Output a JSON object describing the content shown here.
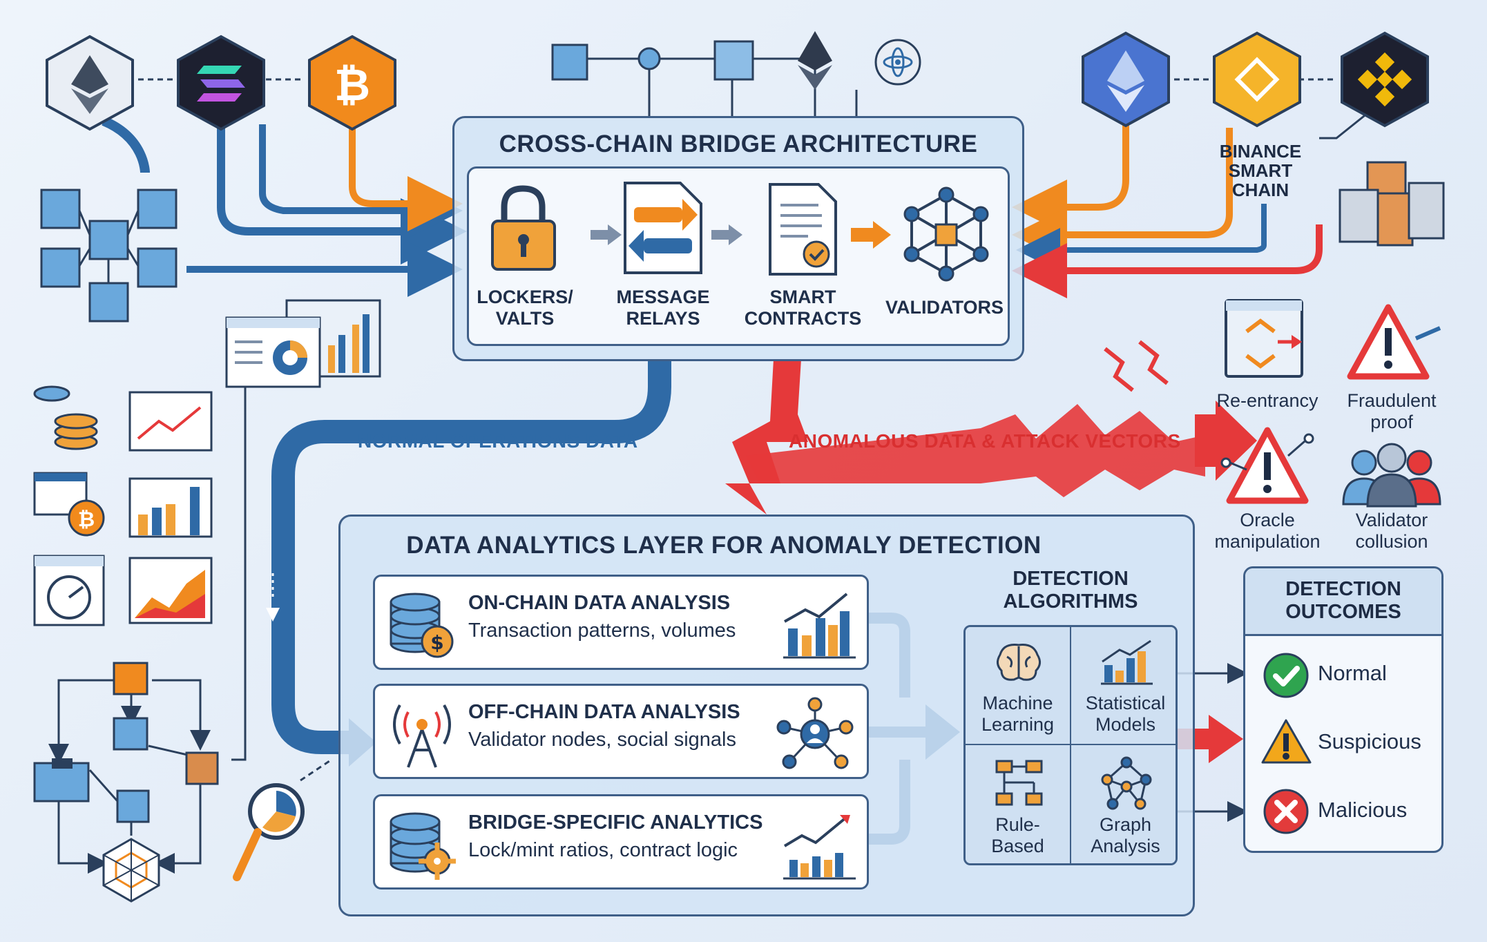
{
  "bridge": {
    "title": "CROSS-CHAIN BRIDGE ARCHITECTURE",
    "components": [
      {
        "label_1": "LOCKERS/",
        "label_2": "VALTS"
      },
      {
        "label_1": "MESSAGE",
        "label_2": "RELAYS"
      },
      {
        "label_1": "SMART",
        "label_2": "CONTRACTS"
      },
      {
        "label_1": "VALIDATORS",
        "label_2": ""
      }
    ]
  },
  "chains": {
    "binance_label_1": "BINANCE",
    "binance_label_2": "SMART",
    "binance_label_3": "CHAIN"
  },
  "flows": {
    "normal": "NORMAL OPERATIONS DATA",
    "anomalous": "ANOMALOUS DATA & ATTACK VECTORS"
  },
  "threats": [
    {
      "line_1": "Re-entrancy",
      "line_2": ""
    },
    {
      "line_1": "Fraudulent",
      "line_2": "proof"
    },
    {
      "line_1": "Oracle",
      "line_2": "manipulation"
    },
    {
      "line_1": "Validator",
      "line_2": "collusion"
    }
  ],
  "analytics": {
    "title": "DATA ANALYTICS LAYER FOR ANOMALY DETECTION",
    "rows": [
      {
        "title": "ON-CHAIN DATA ANALYSIS",
        "subtitle": "Transaction patterns, volumes"
      },
      {
        "title": "OFF-CHAIN DATA ANALYSIS",
        "subtitle": "Validator nodes, social signals"
      },
      {
        "title": "BRIDGE-SPECIFIC ANALYTICS",
        "subtitle": "Lock/mint ratios, contract logic"
      }
    ]
  },
  "algorithms": {
    "title_1": "DETECTION",
    "title_2": "ALGORITHMS",
    "cells": [
      {
        "line_1": "Machine",
        "line_2": "Learning"
      },
      {
        "line_1": "Statistical",
        "line_2": "Models"
      },
      {
        "line_1": "Rule-",
        "line_2": "Based"
      },
      {
        "line_1": "Graph",
        "line_2": "Analysis"
      }
    ]
  },
  "outcomes": {
    "title_1": "DETECTION",
    "title_2": "OUTCOMES",
    "items": [
      {
        "label": "Normal",
        "color": "#2fa44f"
      },
      {
        "label": "Suspicious",
        "color": "#f2a71b"
      },
      {
        "label": "Malicious",
        "color": "#e23b3b"
      }
    ]
  },
  "colors": {
    "blue_flow": "#2f6aa6",
    "orange_flow": "#f08a1f",
    "red_flow": "#e5393a",
    "panel_border": "#3f5f88"
  }
}
